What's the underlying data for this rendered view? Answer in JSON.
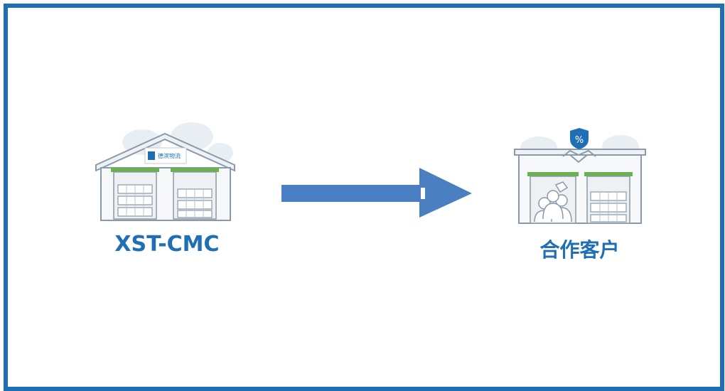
{
  "diagram": {
    "source_node": {
      "label": "XST-CMC",
      "sign_text": "德滨物流"
    },
    "target_node": {
      "label": "合作客户",
      "badge_text": "%"
    },
    "connector": {
      "direction": "left-to-right"
    }
  },
  "colors": {
    "frame": "#1f6fb5",
    "label": "#1f6fb5",
    "arrow": "#4a7fc1",
    "building_stroke": "#8a9aaa",
    "roof_fill": "#eef2f6",
    "door_green": "#6ab04c",
    "cloud": "#e9eef3",
    "badge": "#1f6fb5"
  },
  "icons": [
    "warehouse-icon",
    "partner-warehouse-icon",
    "handshake-icon",
    "shield-badge-icon",
    "pallet-icon",
    "workers-icon",
    "arrow-right-icon"
  ]
}
